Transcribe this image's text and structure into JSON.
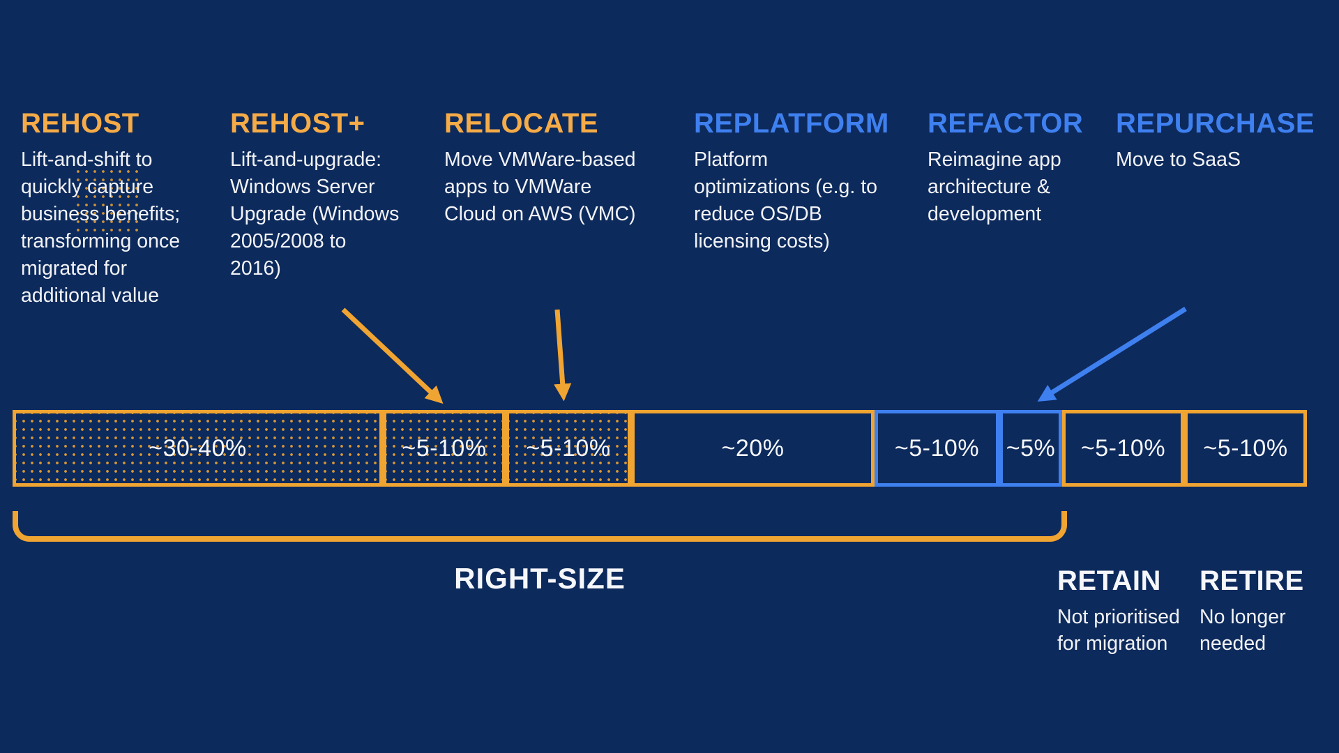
{
  "colors": {
    "background": "#0D2A5C",
    "orange": "#F0A431",
    "orange_text": "#F5AB47",
    "blue": "#3F80F0",
    "text_white": "#F2F3F6"
  },
  "strategies": [
    {
      "name": "REHOST",
      "color": "orange",
      "lines": [
        "Lift-and-shift to",
        "quickly capture",
        "business benefits;",
        "transforming once",
        "migrated for",
        "additional value"
      ]
    },
    {
      "name": "REHOST+",
      "color": "orange",
      "lines": [
        "Lift-and-upgrade:",
        "Windows Server",
        "Upgrade (Windows",
        "2005/2008 to",
        "2016)"
      ]
    },
    {
      "name": "RELOCATE",
      "color": "orange",
      "lines": [
        "Move VMWare-based",
        "apps to VMWare",
        "Cloud on AWS (VMC)"
      ]
    },
    {
      "name": "REPLATFORM",
      "color": "blue",
      "lines": [
        "Platform",
        "optimizations (e.g. to",
        "reduce OS/DB",
        "licensing costs)"
      ]
    },
    {
      "name": "REFACTOR",
      "color": "blue",
      "lines": [
        "Reimagine app",
        "architecture &",
        "development"
      ]
    },
    {
      "name": "REPURCHASE",
      "color": "blue",
      "lines": [
        "Move to SaaS"
      ]
    }
  ],
  "bar": {
    "segments": [
      {
        "label": "~30-40%",
        "style": "orange-dotted",
        "strategy": "REHOST"
      },
      {
        "label": "~5-10%",
        "style": "orange-dotted",
        "strategy": "REHOST+"
      },
      {
        "label": "~5-10%",
        "style": "orange-dotted",
        "strategy": "RELOCATE"
      },
      {
        "label": "~20%",
        "style": "orange",
        "strategy": "REPLATFORM"
      },
      {
        "label": "~5-10%",
        "style": "blue",
        "strategy": "REFACTOR"
      },
      {
        "label": "~5%",
        "style": "blue",
        "strategy": "REFACTOR"
      },
      {
        "label": "~5-10%",
        "style": "orange",
        "strategy": "RETAIN"
      },
      {
        "label": "~5-10%",
        "style": "orange",
        "strategy": "RETIRE"
      }
    ]
  },
  "bracket": {
    "label": "RIGHT-SIZE"
  },
  "footer": {
    "retain": {
      "name": "RETAIN",
      "lines": [
        "Not prioritised",
        "for migration"
      ]
    },
    "retire": {
      "name": "RETIRE",
      "lines": [
        "No longer",
        "needed"
      ]
    }
  }
}
